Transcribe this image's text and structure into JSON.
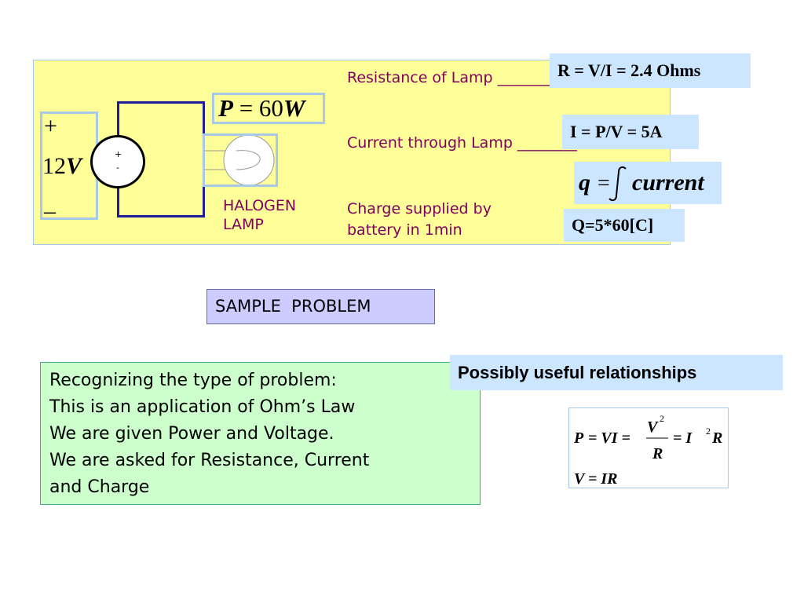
{
  "circuit": {
    "battery_plus": "+",
    "battery_voltage_number": "12",
    "battery_voltage_unit": "V",
    "battery_minus": "–",
    "source_plus": "+",
    "source_minus": "-",
    "power_symbol": "P",
    "power_equals": " = 60",
    "power_unit": "W",
    "lamp_label_line1": "HALOGEN",
    "lamp_label_line2": "LAMP"
  },
  "questions": {
    "resistance": "Resistance of Lamp ________",
    "current": "Current through Lamp ________",
    "charge_line1": "Charge supplied by",
    "charge_line2": "battery  in 1min"
  },
  "answers": {
    "resistance": "R = V/I = 2.4 Ohms",
    "current": "I = P/V = 5A",
    "charge_integral_lhs": "q",
    "charge_integral_eq": "=",
    "charge_integral_rhs": "current",
    "charge": "Q=5*60[C]"
  },
  "sample_label": "SAMPLE  PROBLEM",
  "recognition": {
    "lines": [
      "Recognizing the type of problem:",
      "This is an application of Ohm’s Law",
      "We are given Power and Voltage.",
      "We are asked for Resistance, Current",
      "and Charge"
    ]
  },
  "relationships": {
    "title": "Possibly useful relationships",
    "eq1_p": "P",
    "eq1_vi": "= VI =",
    "eq1_num": "V",
    "eq1_num_exp": "2",
    "eq1_den": "R",
    "eq1_rhs": "= I",
    "eq1_rhs_exp": "2",
    "eq1_rhs_r": "R",
    "eq2": "V = IR"
  },
  "colors": {
    "panel": "#ffff99",
    "question_text": "#800060",
    "answer_bg": "#cce6ff",
    "sample_bg": "#ccccff",
    "recognition_bg": "#ccffcc",
    "wire": "#1c1c9c"
  }
}
